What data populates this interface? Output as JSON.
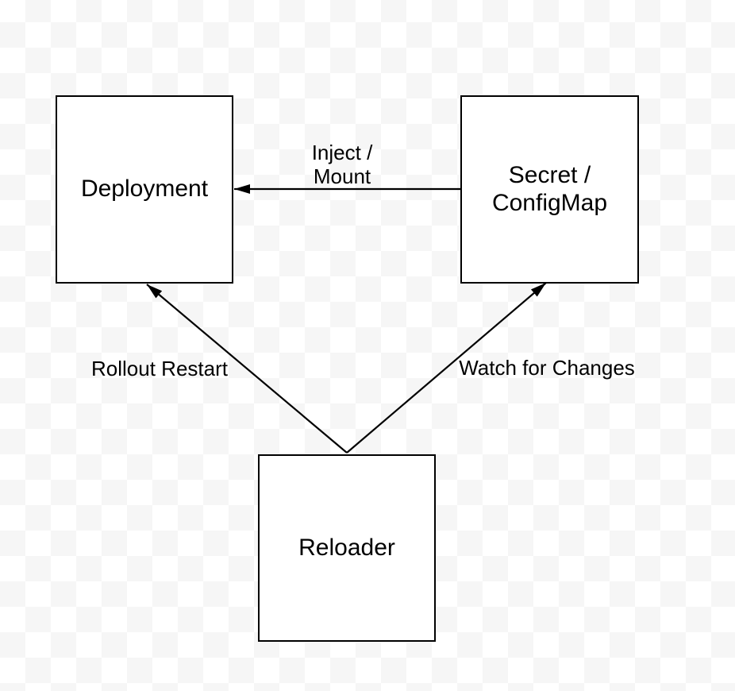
{
  "diagram": {
    "nodes": {
      "deployment": {
        "label": "Deployment"
      },
      "secret_configmap": {
        "label": "Secret /\nConfigMap"
      },
      "reloader": {
        "label": "Reloader"
      }
    },
    "edges": {
      "inject_mount": {
        "label": "Inject /\nMount",
        "from": "secret_configmap",
        "to": "deployment"
      },
      "rollout_restart": {
        "label": "Rollout Restart",
        "from": "reloader",
        "to": "deployment"
      },
      "watch_for_changes": {
        "label": "Watch for Changes",
        "from": "reloader",
        "to": "secret_configmap"
      }
    },
    "colors": {
      "node_fill": "#ffffff",
      "node_border": "#000000",
      "edge_line": "#000000",
      "text": "#000000",
      "checker_light": "#ffffff",
      "checker_dark": "#f6f6f6"
    }
  }
}
